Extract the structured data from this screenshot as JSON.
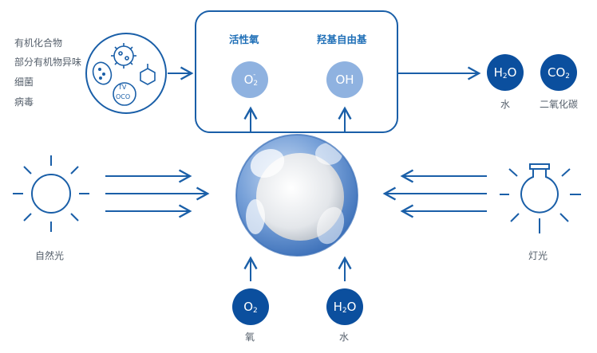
{
  "pollutants": [
    "有机化合物",
    "部分有机物异味",
    "细菌",
    "病毒"
  ],
  "radicals": {
    "superoxide_label": "活性氧",
    "hydroxyl_label": "羟基自由基",
    "superoxide_symbol": "O",
    "superoxide_sub": "2",
    "superoxide_sup": "-",
    "hydroxyl_symbol": "OH"
  },
  "products": {
    "water_symbol": "H",
    "water_sub": "2",
    "water_o": "O",
    "water_label": "水",
    "co2_symbol": "CO",
    "co2_sub": "2",
    "co2_label": "二氧化碳"
  },
  "inputs": {
    "oxygen_symbol": "O",
    "oxygen_sub": "2",
    "oxygen_label": "氧",
    "water_symbol": "H",
    "water_sub": "2",
    "water_o": "O",
    "water_label": "水"
  },
  "light_sources": {
    "sun_label": "自然光",
    "lamp_label": "灯光"
  },
  "micro_text": {
    "tv_top": "TV",
    "tv_bottom": "OCO"
  },
  "colors": {
    "primary": "#0b4f9e",
    "light": "#8fb2e0",
    "line": "#1a5fa8",
    "text": "#555f6b"
  }
}
